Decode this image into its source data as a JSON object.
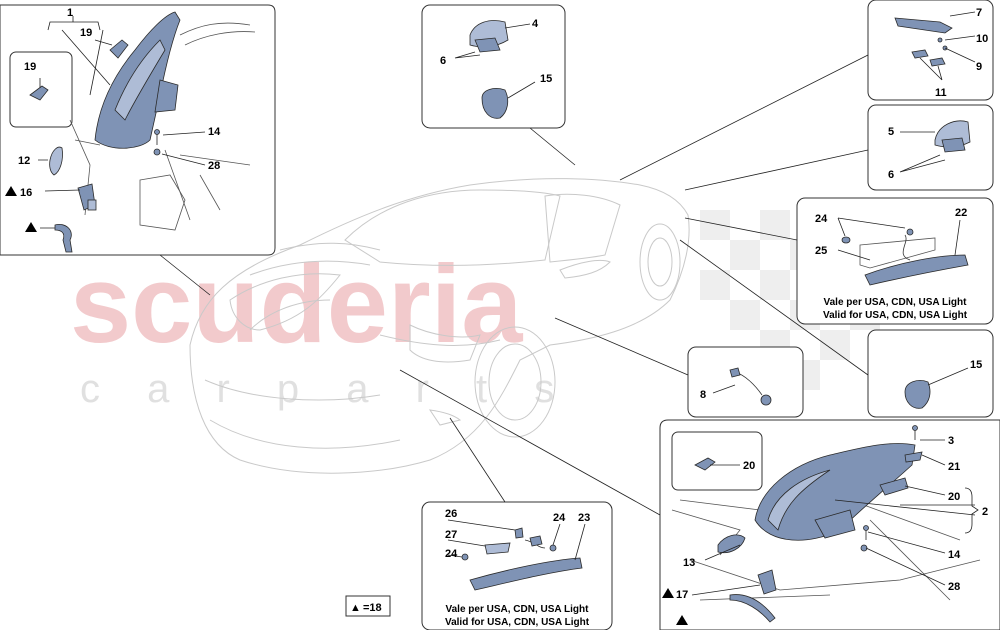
{
  "watermark": {
    "main": "scuderia",
    "sub": "c a r   p a r t s"
  },
  "panels": {
    "tl": {
      "labels": [
        "1",
        "19",
        "19",
        "12",
        "16",
        "14",
        "28"
      ],
      "triangles": 2
    },
    "top_mid": {
      "labels": [
        "4",
        "6",
        "15"
      ]
    },
    "top_right": {
      "labels": [
        "7",
        "10",
        "9",
        "11"
      ]
    },
    "right2": {
      "labels": [
        "5",
        "6"
      ]
    },
    "right3": {
      "labels": [
        "24",
        "25",
        "22"
      ],
      "note1": "Vale per USA, CDN, USA Light",
      "note2": "Valid for USA, CDN, USA Light"
    },
    "right4": {
      "labels": [
        "15"
      ]
    },
    "mid": {
      "labels": [
        "8"
      ]
    },
    "bottom_mid": {
      "labels": [
        "26",
        "27",
        "24",
        "24",
        "23"
      ],
      "note1": "Vale per USA, CDN, USA Light",
      "note2": "Valid for USA, CDN, USA Light"
    },
    "br": {
      "labels": [
        "20",
        "3",
        "21",
        "20",
        "2",
        "13",
        "14",
        "28",
        "17"
      ],
      "triangles": 2
    }
  },
  "legend": {
    "symbol": "▲",
    "text": "=18"
  }
}
